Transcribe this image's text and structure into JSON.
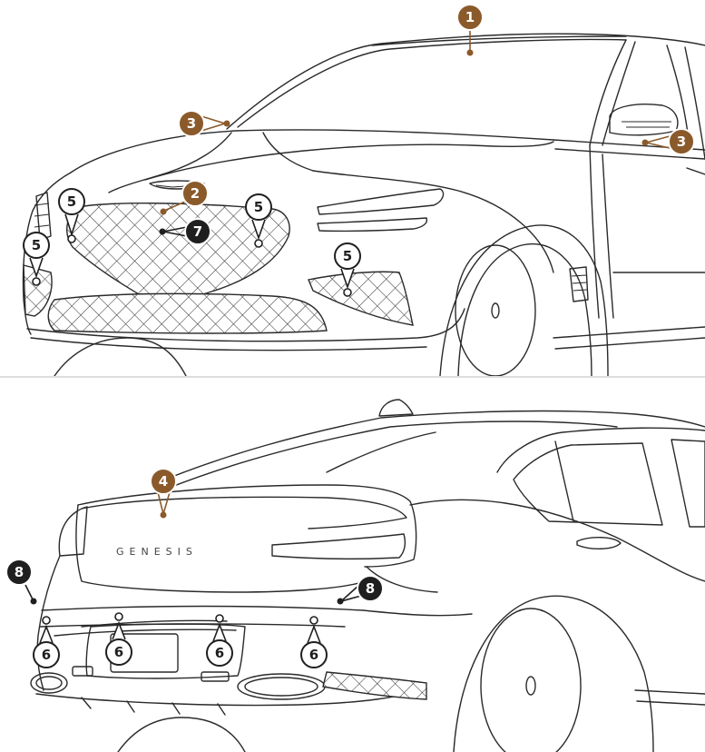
{
  "colors": {
    "brown": "#8b5a2b",
    "dark": "#1f1f1f",
    "line": "#2a2a2a",
    "white": "#ffffff"
  },
  "emblem_text": "GENESIS",
  "markers": {
    "m1": "1",
    "m2": "2",
    "m3a": "3",
    "m3b": "3",
    "m4": "4",
    "m5a": "5",
    "m5b": "5",
    "m5c": "5",
    "m5d": "5",
    "m6a": "6",
    "m6b": "6",
    "m6c": "6",
    "m6d": "6",
    "m7": "7",
    "m8a": "8",
    "m8b": "8"
  }
}
